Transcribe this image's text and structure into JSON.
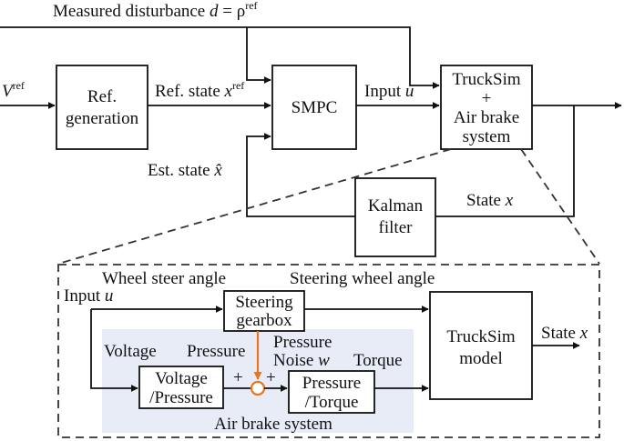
{
  "top": {
    "disturbance_text": "Measured disturbance",
    "disturbance_var": "d",
    "disturbance_eq": " = ρ",
    "disturbance_sup": "ref"
  },
  "inputs": {
    "v_ref_main": "V",
    "v_ref_sup": "ref"
  },
  "blocks": {
    "ref_gen_line1": "Ref.",
    "ref_gen_line2": "generation",
    "smpc": "SMPC",
    "trucksim_line1": "TruckSim",
    "trucksim_line2": "+",
    "trucksim_line3": "Air brake",
    "trucksim_line4": "system",
    "kalman_line1": "Kalman",
    "kalman_line2": "filter"
  },
  "signals": {
    "ref_state_text": "Ref. state ",
    "ref_state_var": "x",
    "ref_state_sup": "ref",
    "input_text": "Input ",
    "input_var": "u",
    "est_state_text": "Est. state ",
    "est_state_var": "x̂",
    "state_text": "State ",
    "state_var": "x"
  },
  "detail": {
    "input_text": "Input ",
    "input_var": "u",
    "wheel_steer_angle": "Wheel steer angle",
    "steering_wheel_angle": "Steering wheel angle",
    "steering_gearbox_line1": "Steering",
    "steering_gearbox_line2": "gearbox",
    "voltage": "Voltage",
    "pressure": "Pressure",
    "pressure_noise_line1": "Pressure",
    "pressure_noise_line2": "Noise ",
    "pressure_noise_var": "w",
    "torque": "Torque",
    "voltage_pressure_line1": "Voltage",
    "voltage_pressure_line2": "/Pressure",
    "pressure_torque_line1": "Pressure",
    "pressure_torque_line2": "/Torque",
    "plus_left": "+",
    "plus_right": "+",
    "trucksim_model_line1": "TruckSim",
    "trucksim_model_line2": "model",
    "state_out_text": "State ",
    "state_out_var": "x",
    "air_brake_system": "Air brake system"
  },
  "colors": {
    "accent_orange": "#e8761e",
    "air_brake_bg": "#e8ecf7",
    "line": "#111111"
  }
}
